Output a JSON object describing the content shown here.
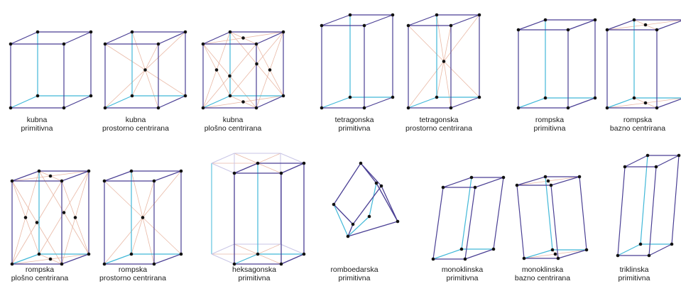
{
  "lattices": [
    {
      "id": "kubna-primitivna",
      "line1": "kubna",
      "line2": "primitivna"
    },
    {
      "id": "kubna-prostorno-centrirana",
      "line1": "kubna",
      "line2": "prostorno centrirana"
    },
    {
      "id": "kubna-plosno-centrirana",
      "line1": "kubna",
      "line2": "plošno centrirana"
    },
    {
      "id": "tetragonska-primitivna",
      "line1": "tetragonska",
      "line2": "primitivna"
    },
    {
      "id": "tetragonska-prostorno-centrirana",
      "line1": "tetragonska",
      "line2": "prostorno centrirana"
    },
    {
      "id": "rompska-primitivna",
      "line1": "rompska",
      "line2": "primitivna"
    },
    {
      "id": "rompska-bazno-centrirana",
      "line1": "rompska",
      "line2": "bazno centrirana"
    },
    {
      "id": "rompska-plosno-centrirana",
      "line1": "rompska",
      "line2": "plošno centrirana"
    },
    {
      "id": "rompska-prostorno-centrirana",
      "line1": "rompska",
      "line2": "prostorno centrirana"
    },
    {
      "id": "heksagonska-primitivna",
      "line1": "heksagonska",
      "line2": "primitivna"
    },
    {
      "id": "romboedarska-primitivna",
      "line1": "romboedarska",
      "line2": "primitivna"
    },
    {
      "id": "monoklinska-primitivna",
      "line1": "monoklinska",
      "line2": "primitivna"
    },
    {
      "id": "monoklinska-bazno-centrirana",
      "line1": "monoklinska",
      "line2": "bazno centrirana"
    },
    {
      "id": "triklinska-primitivna",
      "line1": "triklinska",
      "line2": "primitivna"
    }
  ],
  "colors": {
    "edge": "#4a3f94",
    "hidden_edge": "#41b8d8",
    "diagonal": "#e9b9a6",
    "atom": "#111111",
    "label": "#1a1a1a"
  }
}
